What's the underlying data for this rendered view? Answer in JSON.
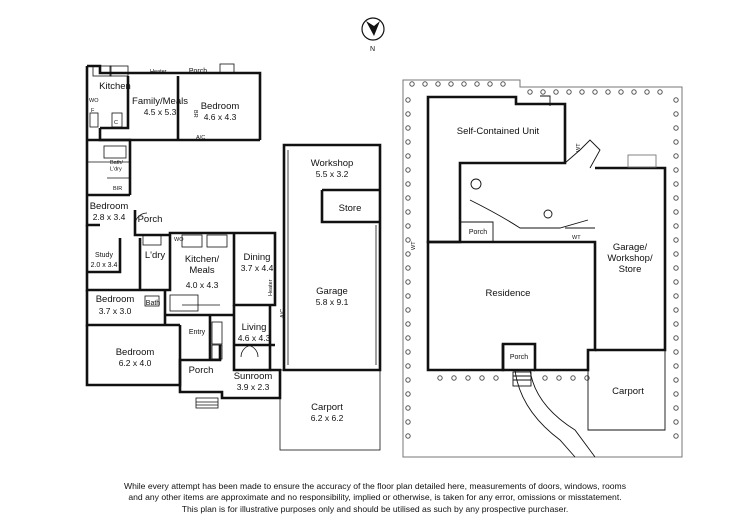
{
  "north": {
    "label": "N"
  },
  "floor_plan": {
    "rooms": {
      "kitchen": {
        "name": "Kitchen"
      },
      "family_meals": {
        "name": "Family/Meals",
        "dim": "4.5 x 5.3"
      },
      "bedroom_top": {
        "name": "Bedroom",
        "dim": "4.6 x 4.3"
      },
      "bath_ldry": {
        "name": "Bath/\nL'dry"
      },
      "bir": {
        "name": "BIR"
      },
      "bedroom_mid": {
        "name": "Bedroom",
        "dim": "2.8 x 3.4"
      },
      "porch_mid": {
        "name": "Porch"
      },
      "ldry": {
        "name": "L'dry"
      },
      "study": {
        "name": "Study",
        "dim": "2.0 x 3.4"
      },
      "kitchen_meals": {
        "name": "Kitchen/\nMeals",
        "dim": "4.0 x 4.3"
      },
      "dining": {
        "name": "Dining",
        "dim": "3.7 x 4.4"
      },
      "bedroom_lower": {
        "name": "Bedroom",
        "dim": "3.7 x 3.0"
      },
      "bath": {
        "name": "Bath"
      },
      "entry": {
        "name": "Entry"
      },
      "living": {
        "name": "Living",
        "dim": "4.6 x 4.3"
      },
      "bedroom_big": {
        "name": "Bedroom",
        "dim": "6.2 x 4.0"
      },
      "porch_front": {
        "name": "Porch"
      },
      "sunroom": {
        "name": "Sunroom",
        "dim": "3.9 x 2.3"
      },
      "workshop": {
        "name": "Workshop",
        "dim": "5.5 x 3.2"
      },
      "store": {
        "name": "Store"
      },
      "garage": {
        "name": "Garage",
        "dim": "5.8 x 9.1"
      },
      "carport": {
        "name": "Carport",
        "dim": "6.2 x 6.2"
      },
      "porch_top": {
        "name": "Porch"
      }
    },
    "fixtures": {
      "heater_top": "Heater",
      "heater_side": "Heater",
      "ac_top": "A/C",
      "ac_side": "A/C",
      "wo_top": "WO",
      "wo_mid": "WO",
      "f": "F",
      "c": "C",
      "br": "BR"
    }
  },
  "site_plan": {
    "self_contained_unit": "Self-Contained Unit",
    "residence": "Residence",
    "garage_workshop_store": "Garage/\nWorkshop/\nStore",
    "porch_unit": "Porch",
    "porch_front": "Porch",
    "carport": "Carport",
    "wt": "WT"
  },
  "disclaimer": {
    "line1": "While every attempt has been made to ensure the accuracy of the floor plan detailed here, measurements of doors, windows, rooms",
    "line2": "and any other items are approximate and no responsibility, implied or otherwise, is taken for any error, omissions or misstatement.",
    "line3": "This plan is for illustrative purposes only and should be utilised as such by any prospective purchaser."
  }
}
